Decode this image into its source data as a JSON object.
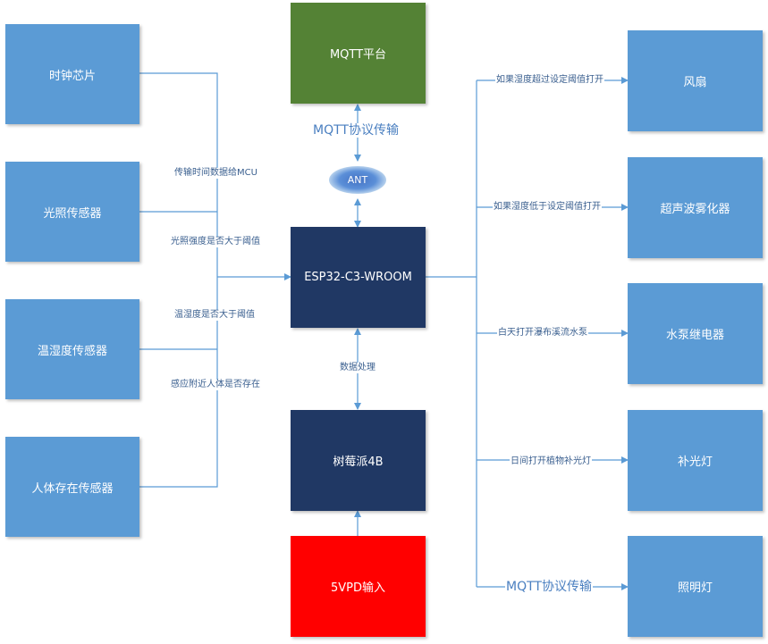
{
  "nodes": {
    "clock": "时钟芯片",
    "light_sensor": "光照传感器",
    "temp_humidity_sensor": "温湿度传感器",
    "presence_sensor": "人体存在传感器",
    "mqtt_platform": "MQTT平台",
    "ant": "ANT",
    "esp32": "ESP32-C3-WROOM",
    "raspberry_pi": "树莓派4B",
    "power": "5VPD输入",
    "fan": "风扇",
    "humidifier": "超声波雾化器",
    "pump_relay": "水泵继电器",
    "grow_light": "补光灯",
    "lighting": "照明灯"
  },
  "edges": {
    "clock_to_mcu": "传输时间数据给MCU",
    "light_threshold": "光照强度是否大于阈值",
    "temp_threshold": "温湿度是否大于阈值",
    "presence_check": "感应附近人体是否存在",
    "mqtt_uplink": "MQTT协议传输",
    "data_processing": "数据处理",
    "fan_rule": "如果湿度超过设定阈值打开",
    "humidifier_rule": "如果湿度低于设定阈值打开",
    "pump_rule": "白天打开瀑布溪流水泵",
    "grow_light_rule": "日间打开植物补光灯",
    "lighting_mqtt": "MQTT协议传输"
  },
  "colors": {
    "sensor_box": "#5b9bd5",
    "controller_box": "#203864",
    "mqtt_box": "#548235",
    "power_box": "#ff0000",
    "connector": "#5b9bd5"
  }
}
